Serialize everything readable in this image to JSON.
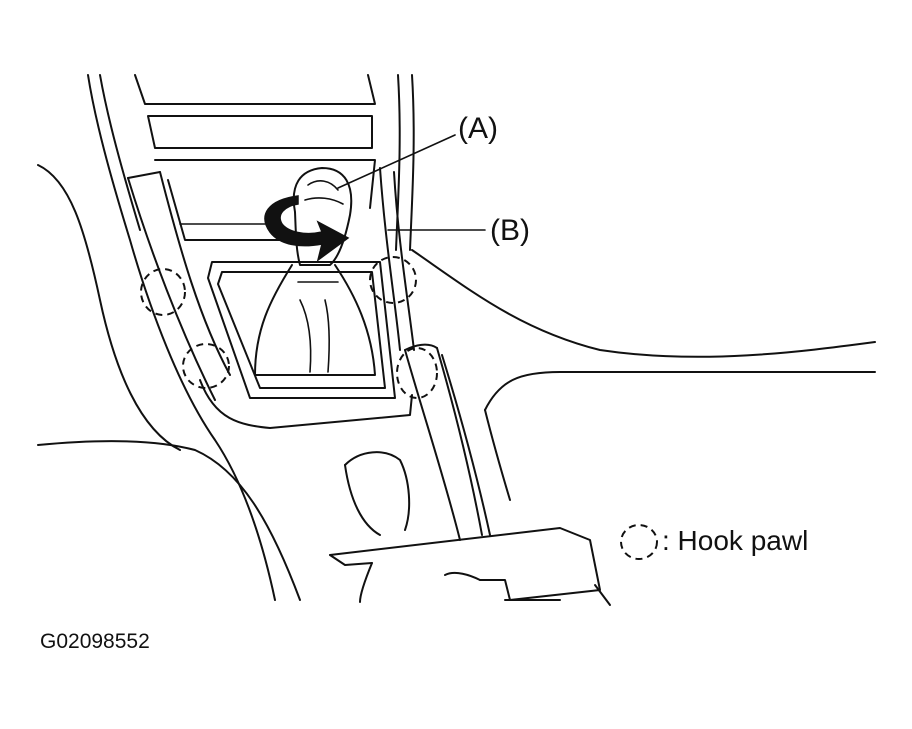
{
  "diagram": {
    "labels": {
      "a": "(A)",
      "b": "(B)"
    },
    "legend": {
      "text": ": Hook pawl"
    },
    "figure_id": "G02098552"
  }
}
